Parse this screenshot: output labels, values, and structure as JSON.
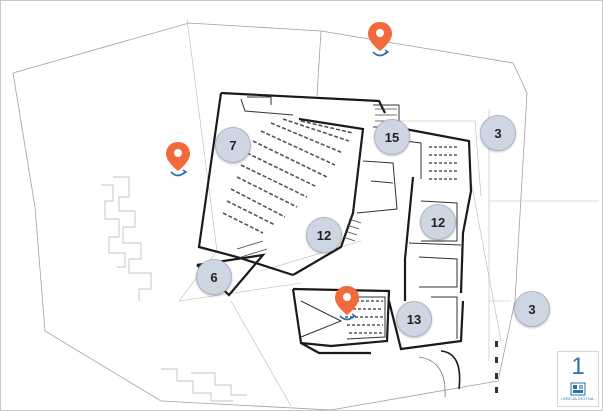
{
  "floor_indicator": {
    "number": "1",
    "caption": "IGREJA DIGITAL"
  },
  "hotspots": [
    {
      "id": "hotspot-7",
      "label": "7"
    },
    {
      "id": "hotspot-15",
      "label": "15"
    },
    {
      "id": "hotspot-3-top",
      "label": "3"
    },
    {
      "id": "hotspot-12-left",
      "label": "12"
    },
    {
      "id": "hotspot-12-right",
      "label": "12"
    },
    {
      "id": "hotspot-6",
      "label": "6"
    },
    {
      "id": "hotspot-3-right",
      "label": "3"
    },
    {
      "id": "hotspot-13",
      "label": "13"
    }
  ],
  "panorama_pins": [
    {
      "id": "pin-top",
      "icon": "panorama-360-pin-icon"
    },
    {
      "id": "pin-left",
      "icon": "panorama-360-pin-icon"
    },
    {
      "id": "pin-center",
      "icon": "panorama-360-pin-icon"
    }
  ],
  "colors": {
    "pin": "#f26a3b",
    "hotspot_fill": "#cfd6e3",
    "hotspot_text": "#222222",
    "floor_number": "#2a6fb0",
    "walls": "#1a1a1a",
    "site_lines": "#9a9a9a"
  }
}
